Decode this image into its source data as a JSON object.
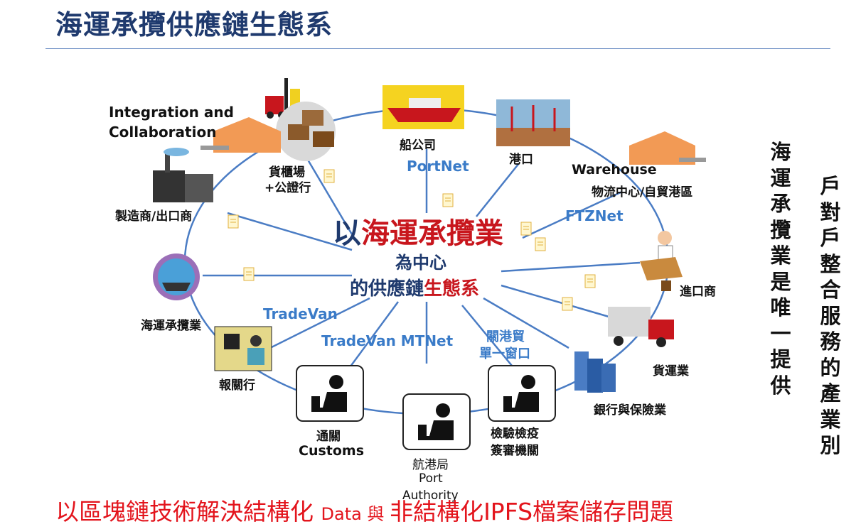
{
  "title": "海運承攬供應鏈生態系",
  "center": {
    "line1_prefix": "以",
    "line1_highlight": "海運承攬業",
    "line2": "為中心",
    "line3_prefix": "的供應鏈",
    "line3_highlight": "生態系"
  },
  "nodes": {
    "integration": "Integration and",
    "collaboration": "Collaboration",
    "container_yard_1": "貨櫃場",
    "container_yard_2": "+公證行",
    "manufacturer": "製造商/出口商",
    "shipping_company": "船公司",
    "port": "港口",
    "warehouse": "Warehouse",
    "logistics": "物流中心/自貿港區",
    "importer": "進口商",
    "freight_forwarder": "海運承攬業",
    "trucking": "貨運業",
    "customs_broker": "報關行",
    "banking": "銀行與保險業",
    "customs_1": "通關",
    "customs_2": "Customs",
    "port_authority_1": "航港局",
    "port_authority_2": "Port",
    "port_authority_3": "Authority",
    "inspection_1": "檢驗檢疫",
    "inspection_2": "簽審機關"
  },
  "networks": {
    "portnet": "PortNet",
    "ftznet": "FTZNet",
    "tradevan": "TradeVan",
    "tradevan_mtnet": "TradeVan MTNet",
    "single_window_1": "關港貿",
    "single_window_2": "單一窗口"
  },
  "side_text_1": [
    "海",
    "運",
    "承",
    "攬",
    "業",
    "是",
    "唯",
    "一",
    "提",
    "供"
  ],
  "side_text_2": [
    "戶",
    "對",
    "戶",
    "整",
    "合",
    "服",
    "務",
    "的",
    "產",
    "業",
    "別"
  ],
  "bottom_banner": {
    "part1": "以區塊鏈技術解決結構化 ",
    "part2": "Data 與 ",
    "part3": "非結構化IPFS檔案儲存問題"
  },
  "colors": {
    "title": "#1f3a6e",
    "highlight_red": "#c8161d",
    "network_blue": "#3a7bc8",
    "line_blue": "#4a7cc4",
    "banner_red": "#e3141c"
  }
}
